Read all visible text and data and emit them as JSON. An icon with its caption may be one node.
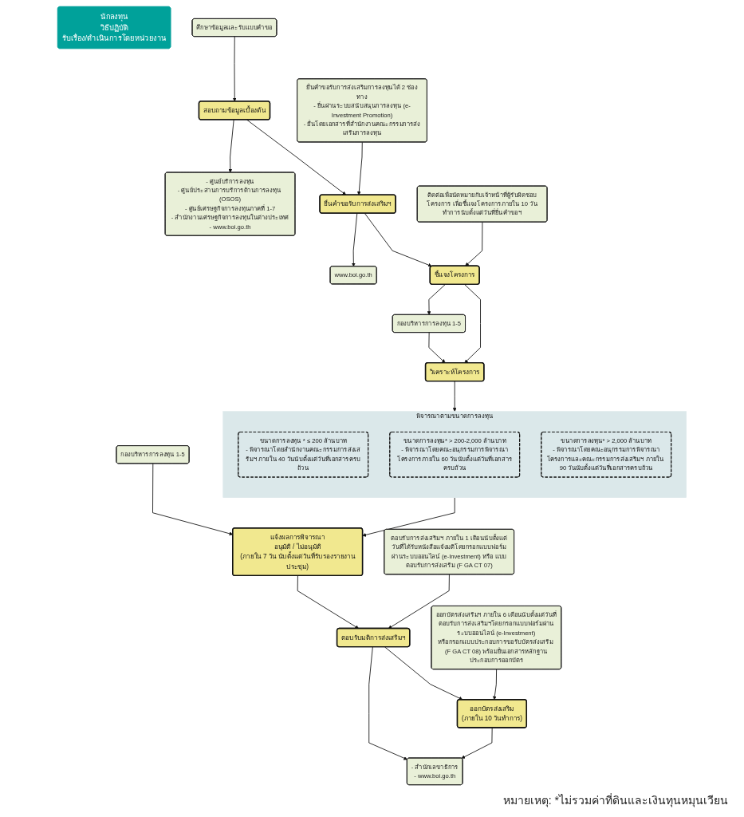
{
  "diagram": {
    "nodes": [
      {
        "text": [
          "นักลงทุน",
          "วิธีปฏิบัติ",
          "รับเรื่อง/ดำเนินการโดยหน่วยงาน"
        ]
      },
      {
        "text": [
          "ศึกษาข้อมูลและรับแบบคำขอ"
        ]
      },
      {
        "text": [
          "สอบถามข้อมูลเบื้องต้น"
        ]
      },
      {
        "text": [
          "- ศูนย์บริการลงทุน",
          "- ศูนย์ประสานการบริการด้านการลงทุน (OSOS)",
          "- ศูนย์เศรษฐกิจการลงทุนภาคที่ 1-7",
          "- สำนักงานเศรษฐกิจการลงทุนในต่างประเทศ",
          "- www.boi.go.th"
        ]
      },
      {
        "text": [
          "ยื่นคำขอรับการส่งเสริมการลงทุนได้ 2 ช่องทาง",
          "- ยื่นผ่านระบบสนับสนุนการลงทุน (e-Investment Promotion)",
          "- ยื่นโดยเอกสารที่สำนักงานคณะกรรมการส่งเสริมการลงทุน"
        ]
      },
      {
        "text": [
          "ยื่นคำขอรับการส่งเสริมฯ"
        ]
      },
      {
        "text": [
          "www.boi.go.th"
        ]
      },
      {
        "text": [
          "ติดต่อเพื่อนัดหมายกับเจ้าหน้าที่ผู้รับผิดชอบโครงการ เพื่อชี้แจงโครงการภายใน 10 วันทำการนับตั้งแต่วันที่ยื่นคำขอฯ"
        ]
      },
      {
        "text": [
          "ชี้แจงโครงการ"
        ]
      },
      {
        "text": [
          "กองบริหารการลงทุน 1-5"
        ]
      },
      {
        "text": [
          "วิเคราะห์โครงการ"
        ]
      },
      {
        "text": [
          "พิจารณาตามขนาดการลงทุน"
        ]
      },
      {
        "text": [
          "ขนาดการลงทุน * ≤ 200 ล้านบาท",
          "- พิจารณาโดยสำนักงานคณะกรรมการส่งเสริมฯ ภายใน 40 วันนับตั้งแต่วันที่เอกสารครบถ้วน"
        ],
        "in": 11
      },
      {
        "text": [
          "ขนาดการลงทุน* > 200-2,000 ล้านบาท",
          "- พิจารณาโดยคณะอนุกรรมการพิจารณาโครงการภายใน 60 วันนับตั้งแต่วันที่เอกสารครบถ้วน"
        ],
        "in": 11
      },
      {
        "text": [
          "ขนาดการลงทุน* > 2,000 ล้านบาท",
          "- พิจารณาโดยคณะอนุกรรมการพิจารณาโครงการและคณะกรรมการส่งเสริมฯ ภายใน 90 วันนับตั้งแต่วันที่เอกสารครบถ้วน"
        ],
        "in": 11
      },
      {
        "text": [
          "ตอบรับการส่งเสริมฯ ภายใน 1 เดือนนับตั้งแต่วันที่ได้รับหนังสือแจ้งมติโดยกรอกแบบฟอร์มผ่านระบบออนไลน์ (e-Investment) หรือ แบบตอบรับการส่งเสริม (F GA CT 07)"
        ]
      },
      {
        "text": [
          "แจ้งผลการพิจารณา",
          "อนุมัติ / ไม่อนุมัติ",
          "(ภายใน 7 วัน นับตั้งแต่วันที่รับรองรายงานประชุม)"
        ]
      },
      {
        "text": [
          "กองบริหารการลงทุน 1-5"
        ]
      },
      {
        "text": [
          "ตอบรับมติการส่งเสริมฯ"
        ]
      },
      {
        "text": [
          "- สำนักเลขาธิการ",
          "- www.boi.go.th"
        ]
      },
      {
        "text": [
          "ออกบัตรส่งเสริมฯ ภายใน 6 เดือนนับตั้งแต่วันที่ตอบรับการส่งเสริมฯโดยกรอกแบบฟอร์มผ่านระบบออนไลน์ (e-Investment)",
          "หรือกรอกแบบประกอบการขอรับบัตรส่งเสริม (F GA CT 08) พร้อมยื่นเอกสารหลักฐานประกอบการออกบัตร"
        ]
      },
      {
        "text": [
          "ออกบัตรส่งเสริม",
          "(ภายใน 10 วันทำการ)"
        ]
      }
    ],
    "edges": [
      {
        "from": 1,
        "to": 2,
        "arrow": "to"
      },
      {
        "from": 2,
        "to": 3,
        "arrow": "to"
      },
      {
        "from": 2,
        "to": 5,
        "arrow": "to"
      },
      {
        "from": 4,
        "to": 5,
        "arrow": "to"
      },
      {
        "from": 5,
        "to": 6,
        "arrow": "to"
      },
      {
        "from": 5,
        "to": 8,
        "arrow": "to"
      },
      {
        "from": 7,
        "to": 8,
        "arrow": "to"
      },
      {
        "from": 8,
        "to": 9,
        "arrow": "to"
      },
      {
        "from": 9,
        "to": 10,
        "arrow": "to"
      },
      {
        "from": 8,
        "to": 10,
        "arrow": "to"
      },
      {
        "from": 10,
        "to": 11,
        "arrow": "to"
      },
      {
        "from": 11,
        "to": 16,
        "arrow": "to"
      },
      {
        "from": 17,
        "to": 16,
        "arrow": "to"
      },
      {
        "from": 16,
        "to": 18,
        "arrow": "to"
      },
      {
        "from": 15,
        "to": 18,
        "arrow": "to"
      },
      {
        "from": 18,
        "to": 19,
        "arrow": "to"
      },
      {
        "from": 18,
        "to": 21,
        "arrow": "to"
      },
      {
        "from": 20,
        "to": 21,
        "arrow": "to"
      },
      {
        "from": 21,
        "to": 19,
        "arrow": "to"
      }
    ],
    "labels": [
      "หมายเหตุ: *ไม่รวมค่าที่ดินและเงินทุนหมุนเวียน"
    ]
  }
}
